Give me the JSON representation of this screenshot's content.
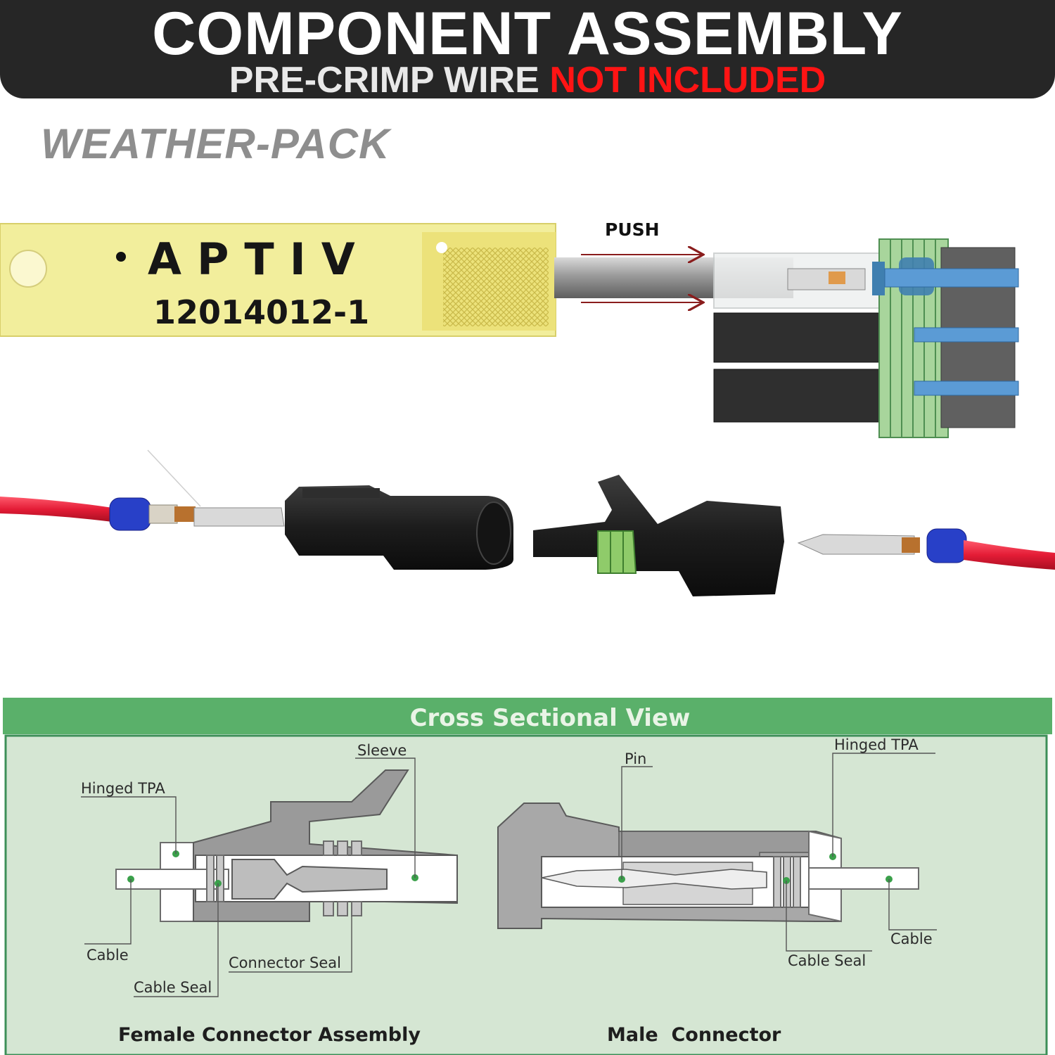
{
  "header": {
    "title": "COMPONENT ASSEMBLY",
    "subtitle_prefix": "PRE-CRIMP WIRE",
    "subtitle_highlight": "NOT INCLUDED"
  },
  "section_title": "WEATHER-PACK",
  "tool": {
    "brand": "APTIV",
    "part_number": "12014012-1"
  },
  "push_label": "PUSH",
  "cross_section": {
    "title": "Cross Sectional View",
    "female": {
      "caption": "Female Connector Assembly",
      "labels": {
        "hinged_tpa": "Hinged TPA",
        "sleeve": "Sleeve",
        "cable": "Cable",
        "connector_seal": "Connector Seal",
        "cable_seal": "Cable Seal"
      }
    },
    "male": {
      "caption": "Male  Connector",
      "labels": {
        "pin": "Pin",
        "hinged_tpa": "Hinged TPA",
        "cable": "Cable",
        "cable_seal": "Cable Seal"
      }
    }
  },
  "colors": {
    "header_bg": "#262626",
    "highlight_red": "#ff1414",
    "tool_yellow": "#f3ef9a",
    "seal_green": "#9fd39a",
    "wire_blue": "#5b9bd5",
    "wire_red": "#e8203a",
    "panel_bg": "#d5e6d3",
    "panel_header": "#5ab06a"
  }
}
